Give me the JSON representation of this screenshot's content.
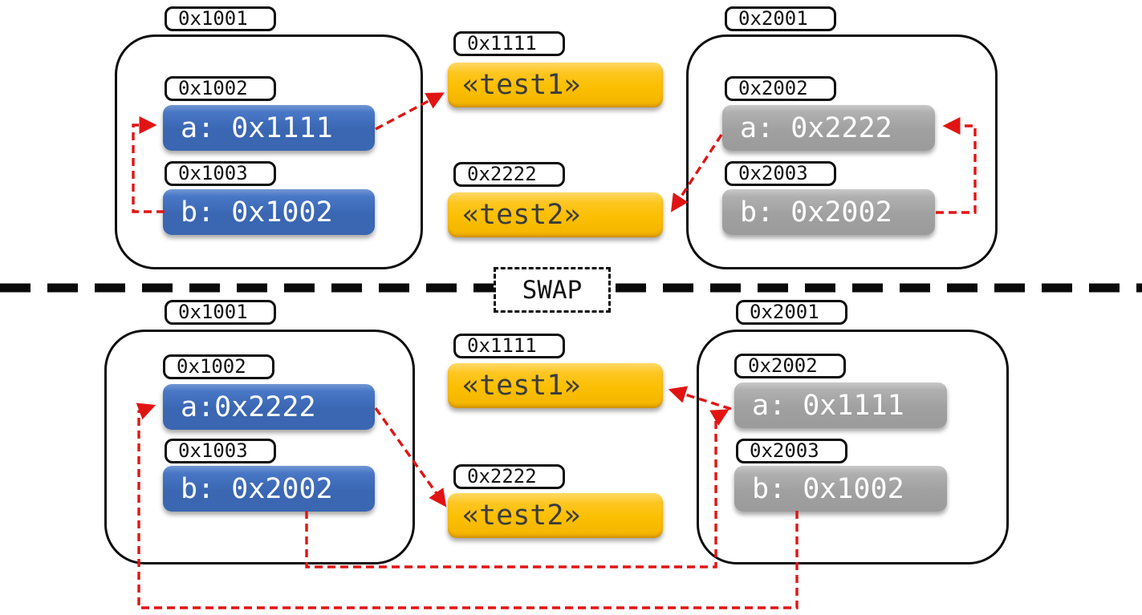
{
  "swap_label": "SWAP",
  "colors": {
    "slot_blue": "#3a66b2",
    "slot_gray": "#a0a0a0",
    "string_yellow": "#fbbf00",
    "pointer_red": "#e11414",
    "outline_black": "#0d0d0d"
  },
  "before": {
    "heap_left": {
      "address": "0x1001",
      "slots": [
        {
          "address": "0x1002",
          "value": "a: 0x1111"
        },
        {
          "address": "0x1003",
          "value": "b: 0x1002"
        }
      ]
    },
    "strings": [
      {
        "address": "0x1111",
        "value": "«test1»"
      },
      {
        "address": "0x2222",
        "value": "«test2»"
      }
    ],
    "heap_right": {
      "address": "0x2001",
      "slots": [
        {
          "address": "0x2002",
          "value": "a: 0x2222"
        },
        {
          "address": "0x2003",
          "value": "b: 0x2002"
        }
      ]
    },
    "pointers": [
      {
        "from": "slot 0x1002 (a)",
        "to": "string 0x1111 «test1»"
      },
      {
        "from": "slot 0x1003 (b)",
        "to": "slot 0x1002 (a)"
      },
      {
        "from": "slot 0x2002 (a)",
        "to": "string 0x2222 «test2»"
      },
      {
        "from": "slot 0x2003 (b)",
        "to": "slot 0x2002 (a)"
      }
    ]
  },
  "after": {
    "heap_left": {
      "address": "0x1001",
      "slots": [
        {
          "address": "0x1002",
          "value": "a:0x2222"
        },
        {
          "address": "0x1003",
          "value": "b: 0x2002"
        }
      ]
    },
    "strings": [
      {
        "address": "0x1111",
        "value": "«test1»"
      },
      {
        "address": "0x2222",
        "value": "«test2»"
      }
    ],
    "heap_right": {
      "address": "0x2001",
      "slots": [
        {
          "address": "0x2002",
          "value": "a: 0x1111"
        },
        {
          "address": "0x2003",
          "value": "b: 0x1002"
        }
      ]
    },
    "pointers": [
      {
        "from": "slot 0x1002 (a)",
        "to": "string 0x2222 «test2»"
      },
      {
        "from": "slot 0x1003 (b)",
        "to": "slot 0x2002 (a, right object)"
      },
      {
        "from": "slot 0x2002 (a)",
        "to": "string 0x1111 «test1»"
      },
      {
        "from": "slot 0x2003 (b)",
        "to": "slot 0x1002 (a, left object)"
      }
    ]
  }
}
